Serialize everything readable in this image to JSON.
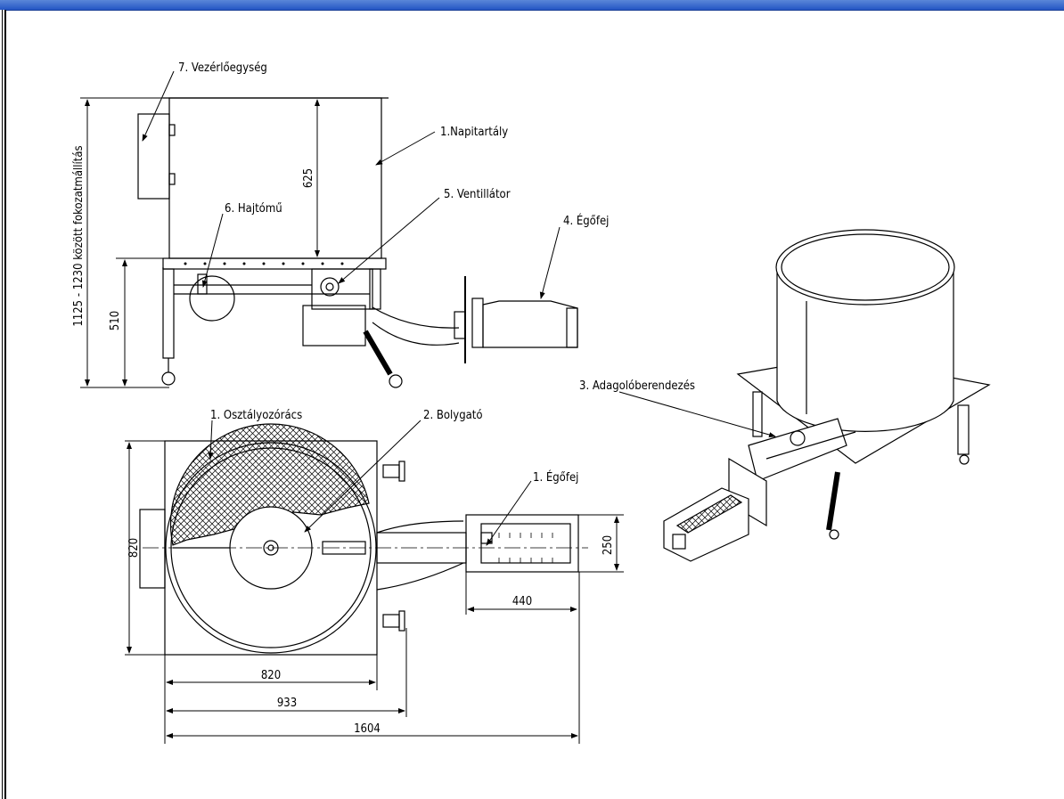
{
  "labels": {
    "control_unit": "7. Vezérlőegység",
    "day_tank": "1.Napitartály",
    "gearbox": "6. Hajtómű",
    "fan": "5. Ventillátor",
    "burner_head_side": "4. Égőfej",
    "adjust_range": "1125 - 1230 között fokozatmállítás",
    "grate": "1. Osztályozórács",
    "stirrer": "2. Bolygató",
    "burner_head_top": "1. Égőfej",
    "feeder": "3. Adagolóberendezés"
  },
  "dimensions": {
    "tank_height": "625",
    "frame_height": "510",
    "top_depth": "820",
    "top_width": "820",
    "width_933": "933",
    "total_length": "1604",
    "burner_length": "440",
    "burner_width": "250"
  },
  "colors": {
    "titlebar": "#2456c4",
    "line": "#000000"
  }
}
